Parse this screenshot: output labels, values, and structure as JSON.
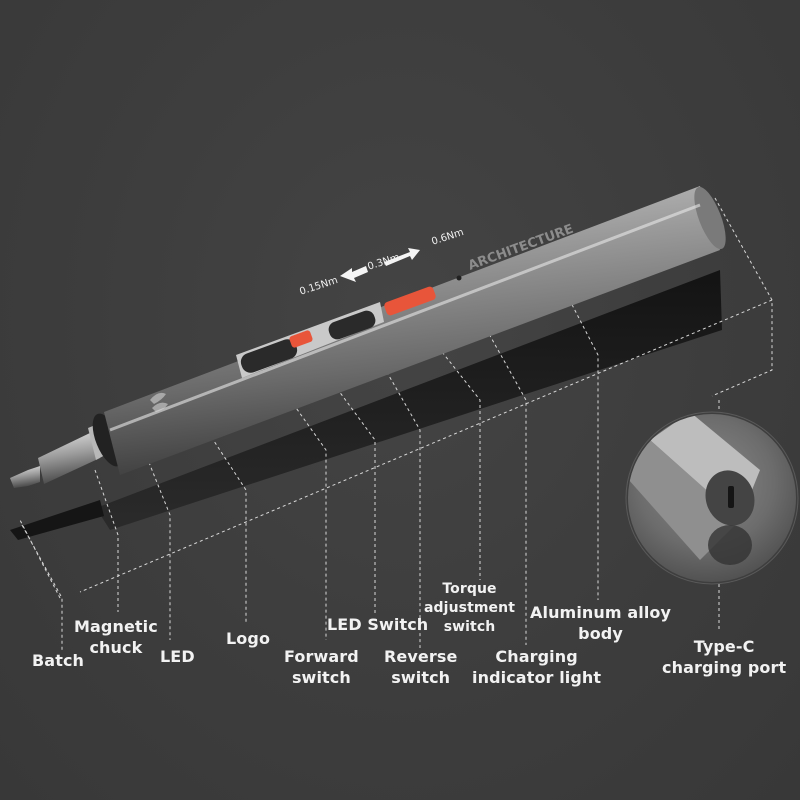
{
  "colors": {
    "background": "#3e3e3e",
    "accent_orange": "#e8553a",
    "label_text": "#f2f2f2",
    "guide_line": "#d8d8d8"
  },
  "torque_scale": {
    "low": "0.15Nm",
    "mid": "0.3Nm",
    "high": "0.6Nm"
  },
  "product_engraving": "ARCHITECTURE",
  "inset": {
    "subject": "Type-C port close-up"
  },
  "labels": {
    "batch": [
      "Batch"
    ],
    "magnetic_chuck": [
      "Magnetic",
      "chuck"
    ],
    "led": [
      "LED"
    ],
    "logo": [
      "Logo"
    ],
    "forward_switch": [
      "Forward",
      "switch"
    ],
    "led_switch": [
      "LED Switch"
    ],
    "reverse_switch": [
      "Reverse",
      "switch"
    ],
    "torque_adjustment_switch": [
      "Torque",
      "adjustment",
      "switch"
    ],
    "charging_indicator_light": [
      "Charging",
      "indicator light"
    ],
    "aluminum_alloy_body": [
      "Aluminum alloy",
      "body"
    ],
    "type_c_charging_port": [
      "Type-C",
      "charging port"
    ]
  }
}
